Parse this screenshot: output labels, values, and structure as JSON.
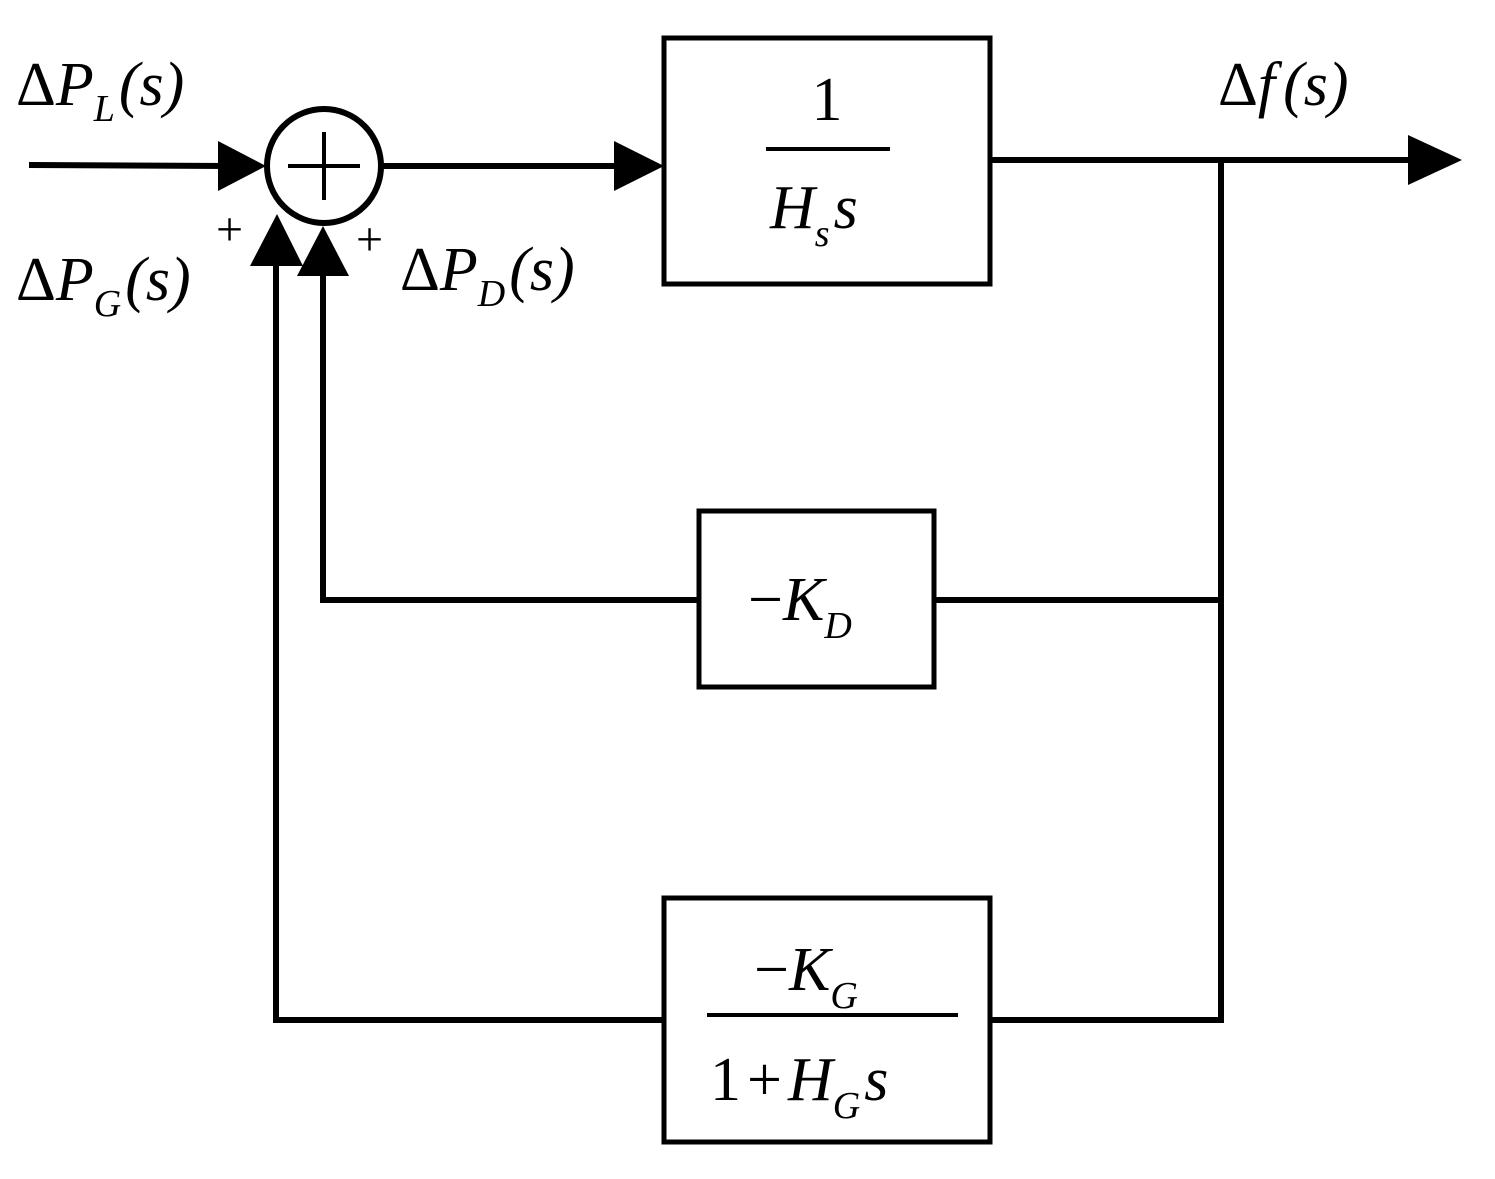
{
  "signals": {
    "load": {
      "delta": "Δ",
      "var": "P",
      "sub": "L",
      "arg": "(s)"
    },
    "generation": {
      "delta": "Δ",
      "var": "P",
      "sub": "G",
      "arg": "(s)"
    },
    "damping": {
      "delta": "Δ",
      "var": "P",
      "sub": "D",
      "arg": "(s)"
    },
    "frequency": {
      "delta": "Δ",
      "var": "f",
      "arg": "(s)"
    }
  },
  "summing_junction": {
    "symbol": "+",
    "sign_generation": "+",
    "sign_damping": "+"
  },
  "blocks": {
    "inertia": {
      "num": "1",
      "den_var": "H",
      "den_sub": "s",
      "den_s": "s"
    },
    "damping": {
      "minus": "−",
      "var": "K",
      "sub": "D"
    },
    "governor": {
      "num_minus": "−",
      "num_var": "K",
      "num_sub": "G",
      "den_one": "1",
      "den_plus": "+",
      "den_var": "H",
      "den_sub": "G",
      "den_s": "s"
    }
  }
}
